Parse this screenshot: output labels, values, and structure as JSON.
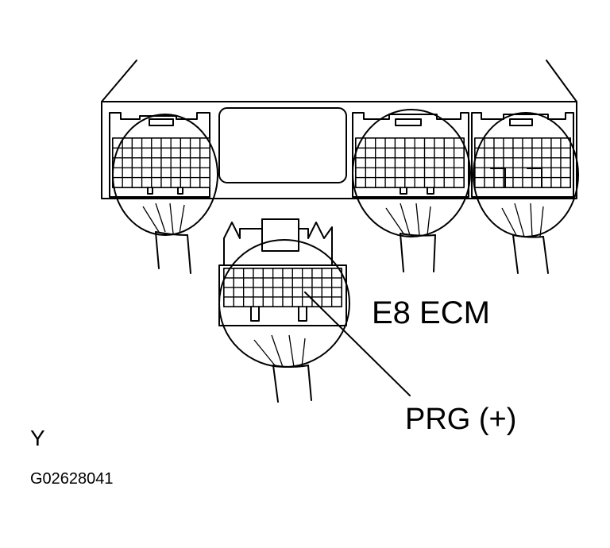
{
  "labels": {
    "connector": "E8 ECM",
    "terminal": "PRG (+)",
    "view": "Y",
    "figure_id": "G02628041"
  },
  "colors": {
    "line": "#000000",
    "background": "#ffffff"
  }
}
